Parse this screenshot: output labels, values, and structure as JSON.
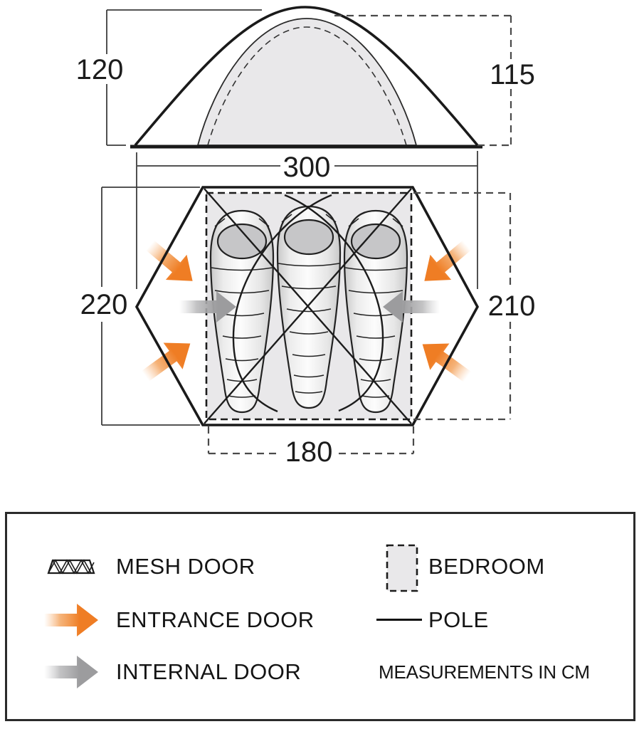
{
  "diagram": {
    "side_view": {
      "outer_height_cm": "120",
      "inner_height_cm": "115",
      "width_cm": "300"
    },
    "floor_plan": {
      "left_depth_cm": "220",
      "right_depth_cm": "210",
      "bedroom_width_cm": "180",
      "sleeping_bag_count": 3
    }
  },
  "legend": {
    "mesh_door_label": "MESH DOOR",
    "entrance_door_label": "ENTRANCE DOOR",
    "internal_door_label": "INTERNAL DOOR",
    "bedroom_label": "BEDROOM",
    "pole_label": "POLE",
    "note": "MEASUREMENTS IN CM"
  },
  "colors": {
    "entrance": "#ef7d24",
    "entrance_light": "#f9b377",
    "internal": "#9c9c9e",
    "internal_light": "#c9c9cb",
    "bedroom_fill": "#e9e8ea",
    "line": "#1c1c1c"
  }
}
